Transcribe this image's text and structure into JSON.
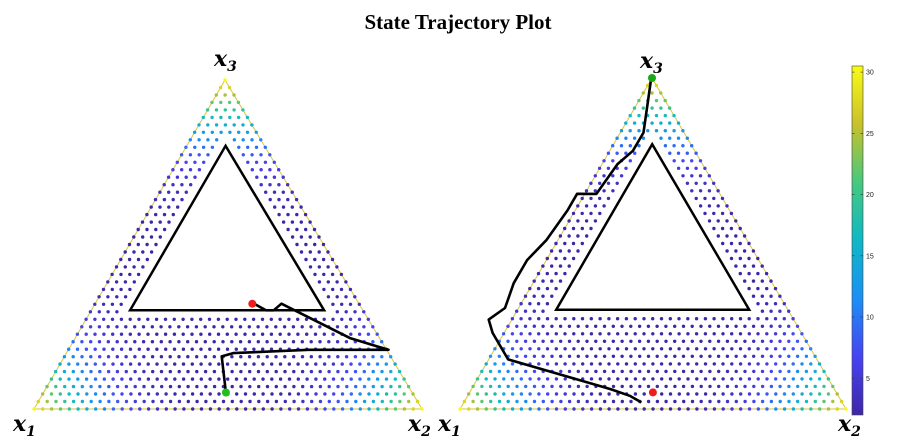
{
  "chart_data": {
    "type": "scatter",
    "title": "State Trajectory Plot",
    "vertex_labels": [
      {
        "main": "x",
        "sub": "1"
      },
      {
        "main": "x",
        "sub": "2"
      },
      {
        "main": "x",
        "sub": "3"
      }
    ],
    "colorbar": {
      "min": 2,
      "max": 30.5,
      "ticks": [
        5,
        10,
        15,
        20,
        25,
        30
      ],
      "colormap": "parula",
      "colors": [
        "#3e26a8",
        "#4743f3",
        "#1b8ff5",
        "#0eb8c6",
        "#46c97d",
        "#c8c129",
        "#f9fb15"
      ]
    },
    "panels": [
      {
        "name": "left",
        "inner_triangle": [
          [
            0.6,
            0.1,
            0.3
          ],
          [
            0.1,
            0.6,
            0.3
          ],
          [
            0.1,
            0.1,
            0.8
          ]
        ],
        "trajectory": [
          [
            0.275,
            0.405,
            0.32
          ],
          [
            0.27,
            0.41,
            0.32
          ],
          [
            0.25,
            0.45,
            0.3
          ],
          [
            0.23,
            0.47,
            0.3
          ],
          [
            0.2,
            0.48,
            0.32
          ],
          [
            0.075,
            0.71,
            0.215
          ],
          [
            -0.005,
            0.825,
            0.18
          ],
          [
            0.2,
            0.62,
            0.18
          ],
          [
            0.4,
            0.43,
            0.17
          ],
          [
            0.435,
            0.405,
            0.16
          ],
          [
            0.48,
            0.47,
            0.05
          ]
        ],
        "start": [
          0.48,
          0.47,
          0.05
        ],
        "end": [
          0.275,
          0.405,
          0.32
        ],
        "start_color": "#1fbf1f",
        "end_color": "#ee1c1c"
      },
      {
        "name": "right",
        "inner_triangle": [
          [
            0.6,
            0.1,
            0.3
          ],
          [
            0.1,
            0.6,
            0.3
          ],
          [
            0.1,
            0.1,
            0.8
          ]
        ],
        "trajectory": [
          [
            0.003,
            0.005,
            0.992
          ],
          [
            0.0,
            0.0,
            1.0
          ],
          [
            0.005,
            0.0,
            0.995
          ],
          [
            0.105,
            0.06,
            0.835
          ],
          [
            0.16,
            0.06,
            0.78
          ],
          [
            0.22,
            0.04,
            0.74
          ],
          [
            0.32,
            0.03,
            0.65
          ],
          [
            0.37,
            -0.02,
            0.65
          ],
          [
            0.42,
            -0.02,
            0.6
          ],
          [
            0.52,
            -0.03,
            0.51
          ],
          [
            0.6,
            -0.05,
            0.45
          ],
          [
            0.67,
            -0.05,
            0.38
          ],
          [
            0.71,
            -0.04,
            0.33
          ],
          [
            0.73,
            -0.035,
            0.305
          ],
          [
            0.79,
            -0.06,
            0.27
          ],
          [
            0.8,
            -0.03,
            0.23
          ],
          [
            0.8,
            0.05,
            0.15
          ],
          [
            0.58,
            0.36,
            0.06
          ],
          [
            0.54,
            0.42,
            0.04
          ],
          [
            0.52,
            0.46,
            0.02
          ]
        ],
        "start": [
          0.475,
          0.475,
          0.05
        ],
        "end": [
          0.0,
          0.0,
          1.0
        ],
        "start_color": "#ee1c1c",
        "end_color": "#18a818"
      }
    ]
  }
}
